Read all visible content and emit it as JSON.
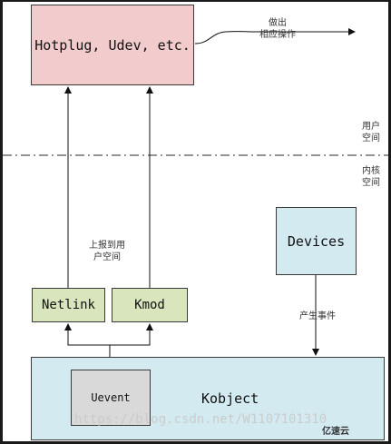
{
  "boxes": {
    "hotplug": "Hotplug, Udev, etc.",
    "devices": "Devices",
    "netlink": "Netlink",
    "kmod": "Kmod",
    "kobject": "Kobject",
    "uevent": "Uevent"
  },
  "labels": {
    "action": [
      "做出",
      "相应操作"
    ],
    "user_space": [
      "用户",
      "空间"
    ],
    "kernel_space": [
      "内核",
      "空间"
    ],
    "report_to_user": [
      "上报到用",
      "户空间"
    ],
    "generate_event": "产生事件"
  },
  "watermark": {
    "url": "https://blog.csdn.net/W1107101310",
    "brand": "亿速云"
  },
  "colors": {
    "hotplug_fill": "#f2cccc",
    "devices_fill": "#d3eaf1",
    "netlink_fill": "#d9e5bd",
    "kobject_fill": "#d3eaf1",
    "uevent_fill": "#d9d9d9"
  }
}
